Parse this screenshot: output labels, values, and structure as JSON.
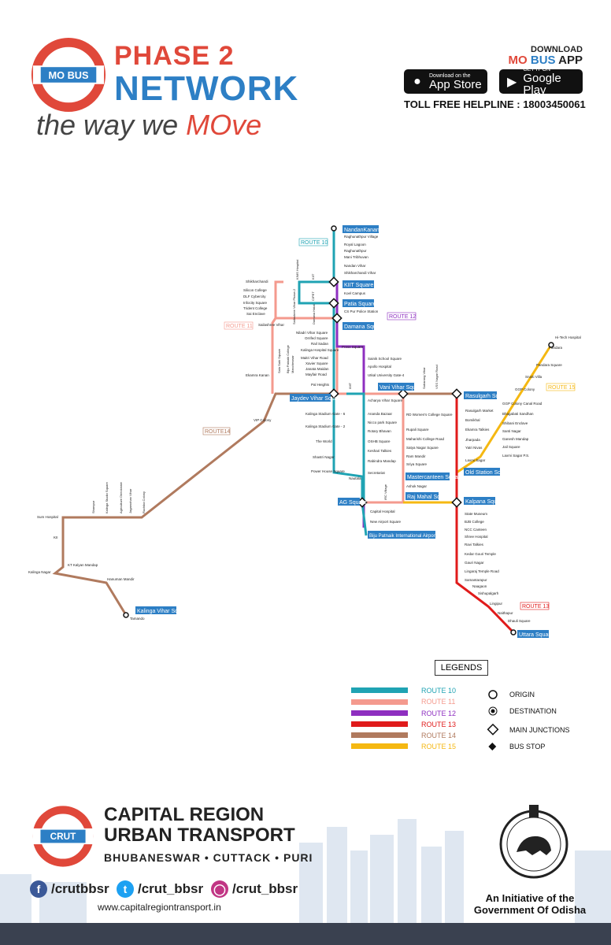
{
  "header": {
    "logo_text": "MO BUS",
    "phase": "PHASE 2",
    "network": "NETWORK",
    "tagline_start": "the way we ",
    "tagline_end": "MOve",
    "download": "DOWNLOAD",
    "app_mo": "MO",
    "app_bus": "BUS",
    "app_word": "APP",
    "appstore_small": "Download on the",
    "appstore_big": "App Store",
    "googleplay_small": "GET IT ON",
    "googleplay_big": "Google Play",
    "helpline": "TOLL FREE HELPLINE : 18003450061"
  },
  "colors": {
    "route10": "#1fa3b3",
    "route11": "#f49a8e",
    "route12": "#8e2fc0",
    "route13": "#e01b1b",
    "route14": "#b07a5e",
    "route15": "#f5b812",
    "accent_red": "#e0483a",
    "accent_blue": "#2d7fc5",
    "label_bg": "#2d7fc5"
  },
  "map": {
    "route_tags": [
      "ROUTE 10",
      "ROUTE 11",
      "ROUTE 12",
      "ROUTE14",
      "ROUTE 15",
      "ROUTE 13"
    ],
    "main_labels": [
      "NandanKanan",
      "KIIT Square",
      "Patia Square",
      "Damana Square",
      "Vani Vihar Square",
      "Jaydev Vihar Square",
      "Rasulgarh Square",
      "Mastercanteen Square",
      "Raj Mahal Square",
      "AG Square",
      "Kalpana Square",
      "Old Station Square",
      "Biju Patnaik International Airport",
      "Uttara Square",
      "Kalinga Vihar Square"
    ],
    "stops_r10": [
      "Raghunathpur Village",
      "Royal Lagoon",
      "Raghunathpur",
      "Mani Tribhuvan",
      "Nandan Vihar",
      "Shikharchandi Vihar",
      "Koel Campus",
      "CS Pur Police Station",
      "Niladri Vihar Square",
      "Orrifed Square",
      "Rail Sadan",
      "Kalinga Hospital Square",
      "Maitri Vihar Road",
      "Xavier Square",
      "Janata Maidan",
      "Mayfair Road",
      "Pal Heights"
    ],
    "stops_r11": [
      "Shikharchandi",
      "Silicon College",
      "DLF Cybercity",
      "Infocity Square",
      "Trident College",
      "Sai Enclave",
      "Sailashree Vihar",
      "Ekamra Kanan",
      "VIP Colony"
    ],
    "stops_vertical": [
      "KIMS Hospital",
      "KIIT",
      "CIPET",
      "Sailashree Vihar Phase-2",
      "Damana Hatal",
      "Sala Sahi Square",
      "Biju Patnaik College",
      "Mancheswar",
      "IIMT",
      "Sabarang Vihar",
      "VSS Nagar Road",
      "IRC Village",
      "Shampur",
      "Kalinga Studio Square",
      "Agriculture Directorate",
      "Jagamohan Vihar",
      "Ruchika Colony"
    ],
    "stops_r12": [
      "Press Square",
      "Sainik School Square",
      "Apollo Hospital",
      "Utkal University Gate-4",
      "Acharya Vihar Square",
      "Ananda Bazaar",
      "Nicco park Square",
      "Rotary Bhavan",
      "OSHB Square",
      "Keshari Talkies",
      "Rabindra Mandap",
      "Secretariat",
      "Capital Hospital",
      "New Airport Square"
    ],
    "stops_r10b": [
      "Kalinga Stadium Gate - 6",
      "Kalinga Stadium Gate - 2",
      "The World",
      "Shastri Nagar",
      "Power House Square",
      "Nautala"
    ],
    "stops_r15": [
      "RD Women's College Square",
      "Rupali Square",
      "Maharishi College Road",
      "Satya Nagar Square",
      "Ram Mandir",
      "Sriya Square",
      "Ashok Nagar",
      "Rasulgarh Market",
      "Bomikhal",
      "Ekamra Talkies",
      "Jharpada",
      "Yatri Nivas",
      "Laxmi Sagar",
      "Hi-Tech Hospital",
      "Pandara",
      "Pandara Square",
      "Srusti Villa",
      "GGP Colony",
      "GGP Colony Canal Road",
      "Bhagabati Sandhan",
      "Shibani Enclave",
      "Santi Nagar",
      "Ganesh Mandap",
      "Jail Square",
      "Laxmi Sagar P.S."
    ],
    "stops_r13": [
      "State Museum",
      "BJB College",
      "NCC Canteen",
      "Shree Hospital",
      "Ravi Talkies",
      "Kedar Gouri Temple",
      "Gauri Nagar",
      "Lingaraj Temple Road",
      "Samantarapur",
      "Naagaon",
      "Sishupalgarh",
      "Lingipur",
      "Naithapur",
      "Dhauli Square"
    ],
    "stops_r14": [
      "Sum Hospital",
      "KII",
      "KT Kalyan Mandap",
      "Kalinga Nagar",
      "Hanuman Mandir",
      "Tamando"
    ]
  },
  "legend": {
    "title": "LEGENDS",
    "routes": [
      "ROUTE 10",
      "ROUTE 11",
      "ROUTE 12",
      "ROUTE 13",
      "ROUTE 14",
      "ROUTE 15"
    ],
    "symbols": [
      "ORIGIN",
      "DESTINATION",
      "MAIN JUNCTIONS",
      "BUS STOP"
    ]
  },
  "footer": {
    "logo_text": "CRUT",
    "title_line1": "CAPITAL REGION",
    "title_line2": "URBAN TRANSPORT",
    "cities": "BHUBANESWAR • CUTTACK • PURI",
    "facebook": "/crutbbsr",
    "twitter": "/crut_bbsr",
    "instagram": "/crut_bbsr",
    "website": "www.capitalregiontransport.in",
    "initiative_1": "An Initiative of the",
    "initiative_2": "Government Of Odisha"
  }
}
